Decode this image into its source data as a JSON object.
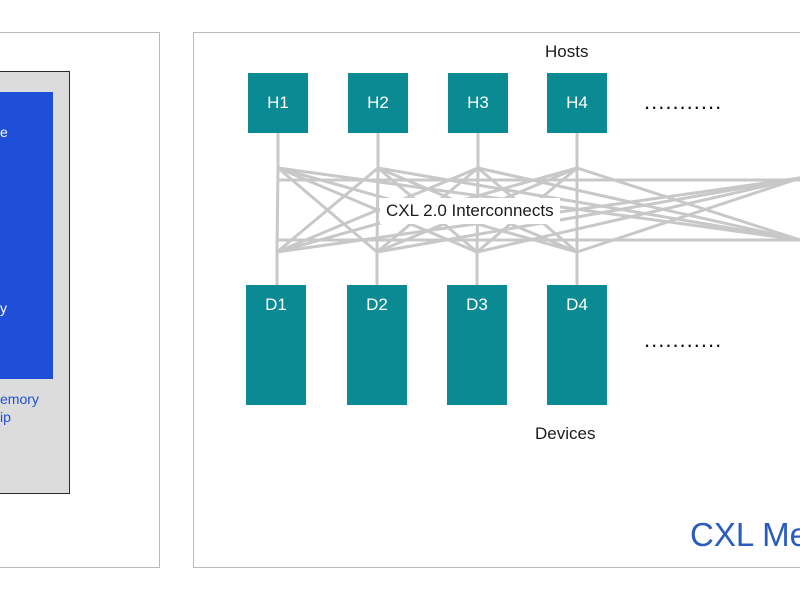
{
  "left_panel": {
    "blue_texts": [
      "e",
      "y"
    ],
    "caption_lines": [
      "emory",
      "ip"
    ]
  },
  "right_panel": {
    "hosts_label": "Hosts",
    "devices_label": "Devices",
    "interconnect_label": "CXL 2.0 Interconnects",
    "hosts": [
      "H1",
      "H2",
      "H3",
      "H4"
    ],
    "devices": [
      "D1",
      "D2",
      "D3",
      "D4"
    ],
    "ellipsis_top": "...........",
    "ellipsis_bottom": "...........",
    "caption": "CXL Me"
  },
  "colors": {
    "node": "#0a8a93",
    "blue_block": "#1f4fd8",
    "wire": "#c8c8c8",
    "caption": "#2a5bbf"
  }
}
